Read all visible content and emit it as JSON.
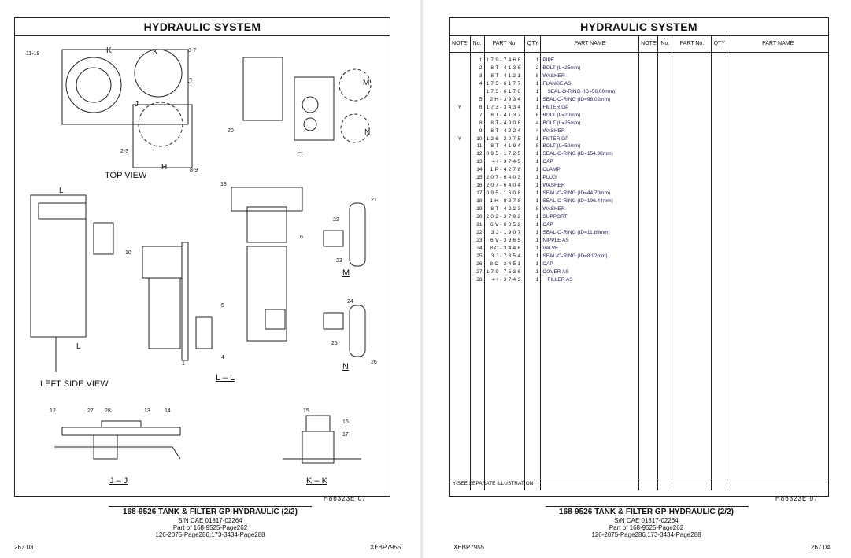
{
  "left_page": {
    "title": "HYDRAULIC  SYSTEM",
    "views": {
      "top": "TOP VIEW",
      "h": "H",
      "left_side": "LEFT SIDE VIEW",
      "ll": "L – L",
      "m": "M",
      "n": "N",
      "jj": "J – J",
      "kk": "K – K"
    },
    "callouts": [
      "11-19",
      "3-7",
      "K",
      "K",
      "J",
      "J",
      "2-3",
      "H",
      "8-9",
      "20",
      "M",
      "N",
      "L",
      "L",
      "18",
      "6",
      "10",
      "21",
      "22",
      "23",
      "5",
      "4",
      "1",
      "24",
      "25",
      "26",
      "12",
      "27",
      "28",
      "13",
      "14",
      "15",
      "16",
      "17"
    ],
    "illustration_code": "H86323E   07",
    "caption": {
      "title": "168-9526  TANK & FILTER GP-HYDRAULIC (2/2)",
      "sn": "S/N CAE 01817-02264",
      "part_of": "Part of 168-9525-Page262",
      "refs": "126-2075-Page286,173-3434-Page288"
    },
    "page_number": "267.03",
    "doc_code": "XEBP7955"
  },
  "right_page": {
    "title": "HYDRAULIC  SYSTEM",
    "headers": [
      "NOTE",
      "No.",
      "PART No.",
      "QTY",
      "PART NAME",
      "NOTE",
      "No.",
      "PART No.",
      "QTY",
      "PART NAME"
    ],
    "rows": [
      {
        "note": "",
        "no": "1",
        "part": "179-7468",
        "qty": "1",
        "name": "PIPE"
      },
      {
        "note": "",
        "no": "2",
        "part": "8T-4136",
        "qty": "2",
        "name": "BOLT (L=25mm)"
      },
      {
        "note": "",
        "no": "3",
        "part": "8T-4121",
        "qty": "8",
        "name": "WASHER"
      },
      {
        "note": "",
        "no": "4",
        "part": "175-6177",
        "qty": "1",
        "name": "FLANGE AS"
      },
      {
        "note": "",
        "no": "",
        "part": "175-6176",
        "qty": "1",
        "name": "SEAL-O-RING (ID=56.00mm)",
        "indent": true
      },
      {
        "note": "",
        "no": "5",
        "part": "2H-3934",
        "qty": "1",
        "name": "SEAL-O-RING (ID=98.02mm)"
      },
      {
        "note": "Y",
        "no": "6",
        "part": "173-3434",
        "qty": "1",
        "name": "FILTER GP"
      },
      {
        "note": "",
        "no": "7",
        "part": "8T-4137",
        "qty": "6",
        "name": "BOLT (L=20mm)"
      },
      {
        "note": "",
        "no": "8",
        "part": "8T-4908",
        "qty": "4",
        "name": "BOLT (L=25mm)"
      },
      {
        "note": "",
        "no": "9",
        "part": "8T-4224",
        "qty": "4",
        "name": "WASHER"
      },
      {
        "note": "Y",
        "no": "10",
        "part": "126-2075",
        "qty": "1",
        "name": "FILTER GP"
      },
      {
        "note": "",
        "no": "11",
        "part": "8T-4194",
        "qty": "8",
        "name": "BOLT (L=50mm)"
      },
      {
        "note": "",
        "no": "12",
        "part": "095-1725",
        "qty": "1",
        "name": "SEAL-O-RING (ID=154.30mm)"
      },
      {
        "note": "",
        "no": "13",
        "part": "4I-3745",
        "qty": "1",
        "name": "CAP"
      },
      {
        "note": "",
        "no": "14",
        "part": "1P-4278",
        "qty": "1",
        "name": "CLAMP"
      },
      {
        "note": "",
        "no": "15",
        "part": "207-6403",
        "qty": "1",
        "name": "PLUG"
      },
      {
        "note": "",
        "no": "16",
        "part": "207-6404",
        "qty": "1",
        "name": "WASHER"
      },
      {
        "note": "",
        "no": "17",
        "part": "095-1608",
        "qty": "1",
        "name": "SEAL-O-RING (ID=44.70mm)"
      },
      {
        "note": "",
        "no": "18",
        "part": "1H-8278",
        "qty": "1",
        "name": "SEAL-O-RING (ID=196.44mm)"
      },
      {
        "note": "",
        "no": "19",
        "part": "8T-4223",
        "qty": "8",
        "name": "WASHER"
      },
      {
        "note": "",
        "no": "20",
        "part": "202-3792",
        "qty": "1",
        "name": "SUPPORT"
      },
      {
        "note": "",
        "no": "21",
        "part": "6V-0852",
        "qty": "1",
        "name": "CAP"
      },
      {
        "note": "",
        "no": "22",
        "part": "3J-1907",
        "qty": "1",
        "name": "SEAL-O-RING (ID=11.89mm)"
      },
      {
        "note": "",
        "no": "23",
        "part": "6V-3965",
        "qty": "1",
        "name": "NIPPLE AS"
      },
      {
        "note": "",
        "no": "24",
        "part": "8C-3446",
        "qty": "1",
        "name": "VALVE"
      },
      {
        "note": "",
        "no": "25",
        "part": "3J-7354",
        "qty": "1",
        "name": "SEAL-O-RING (ID=8.92mm)"
      },
      {
        "note": "",
        "no": "26",
        "part": "8C-3451",
        "qty": "1",
        "name": "CAP"
      },
      {
        "note": "",
        "no": "27",
        "part": "179-7536",
        "qty": "1",
        "name": "COVER AS"
      },
      {
        "note": "",
        "no": "28",
        "part": "4I-3743",
        "qty": "1",
        "name": "FILLER AS",
        "indent": true
      }
    ],
    "footnote": "Y-SEE SEPARATE ILLUSTRATION",
    "illustration_code": "H86323E   07",
    "caption": {
      "title": "168-9526  TANK & FILTER GP-HYDRAULIC (2/2)",
      "sn": "S/N CAE 01817-02264",
      "part_of": "Part of 168-9525-Page262",
      "refs": "126-2075-Page286,173-3434-Page288"
    },
    "page_number": "267.04",
    "doc_code": "XEBP7955"
  }
}
